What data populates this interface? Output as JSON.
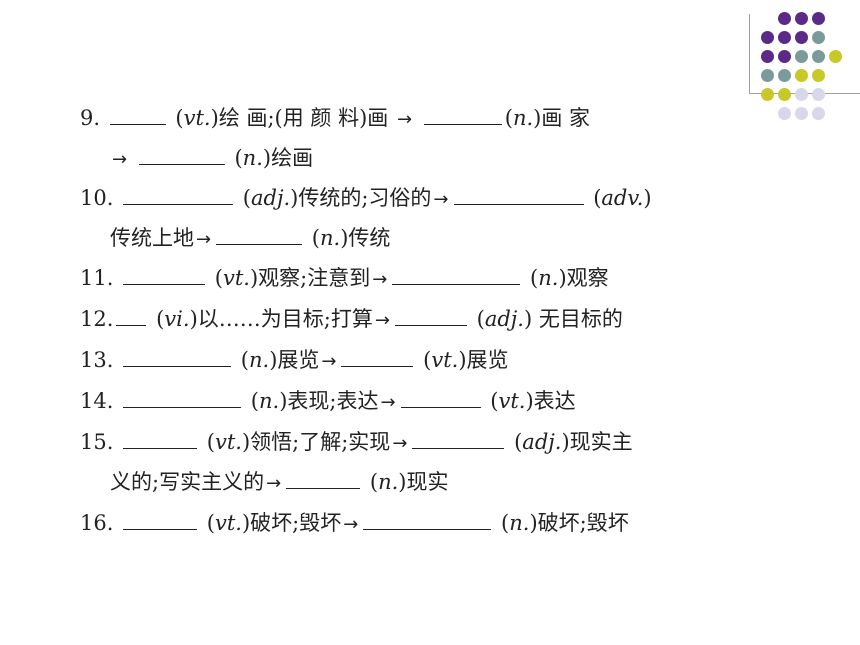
{
  "decor": {
    "dots": [
      {
        "r": 0,
        "c": 1,
        "color": "#5b2a86"
      },
      {
        "r": 0,
        "c": 2,
        "color": "#5b2a86"
      },
      {
        "r": 0,
        "c": 3,
        "color": "#5b2a86"
      },
      {
        "r": 1,
        "c": 0,
        "color": "#5b2a86"
      },
      {
        "r": 1,
        "c": 1,
        "color": "#5b2a86"
      },
      {
        "r": 1,
        "c": 2,
        "color": "#5b2a86"
      },
      {
        "r": 1,
        "c": 3,
        "color": "#7b9b9b"
      },
      {
        "r": 2,
        "c": 0,
        "color": "#5b2a86"
      },
      {
        "r": 2,
        "c": 1,
        "color": "#5b2a86"
      },
      {
        "r": 2,
        "c": 2,
        "color": "#7b9b9b"
      },
      {
        "r": 2,
        "c": 3,
        "color": "#7b9b9b"
      },
      {
        "r": 2,
        "c": 4,
        "color": "#c8c829"
      },
      {
        "r": 3,
        "c": 0,
        "color": "#7b9b9b"
      },
      {
        "r": 3,
        "c": 1,
        "color": "#7b9b9b"
      },
      {
        "r": 3,
        "c": 2,
        "color": "#c8c829"
      },
      {
        "r": 3,
        "c": 3,
        "color": "#c8c829"
      },
      {
        "r": 4,
        "c": 0,
        "color": "#c8c829"
      },
      {
        "r": 4,
        "c": 1,
        "color": "#c8c829"
      },
      {
        "r": 4,
        "c": 2,
        "color": "#d8d8ea"
      },
      {
        "r": 4,
        "c": 3,
        "color": "#d8d8ea"
      },
      {
        "r": 5,
        "c": 1,
        "color": "#d8d8ea"
      },
      {
        "r": 5,
        "c": 2,
        "color": "#d8d8ea"
      },
      {
        "r": 5,
        "c": 3,
        "color": "#d8d8ea"
      }
    ]
  },
  "items": {
    "i9": {
      "num": "9.",
      "p1": "(",
      "pos1": "vt.",
      "m1": ")绘 画;(用 颜 料)画",
      "arrow": "→",
      "p2": "(",
      "pos2": "n.",
      "m2": ")画 家",
      "cont_p": "(",
      "cont_pos": "n.",
      "cont_m": ")绘画"
    },
    "i10": {
      "num": "10.",
      "p1": "(",
      "pos1": "adj.",
      "m1": ")传统的;习俗的",
      "arrow": "→",
      "p2": "(",
      "pos2": "adv.",
      "m2": ")",
      "cont_m0": "传统上地",
      "cont_p": "(",
      "cont_pos": "n.",
      "cont_m": ")传统"
    },
    "i11": {
      "num": "11.",
      "p1": "(",
      "pos1": "vt.",
      "m1": ")观察;注意到",
      "arrow": "→",
      "p2": "(",
      "pos2": "n.",
      "m2": ")观察"
    },
    "i12": {
      "num": "12.",
      "p1": "(",
      "pos1": "vi.",
      "m1": ")以……为目标;打算",
      "arrow": "→",
      "p2": "(",
      "pos2": "adj.",
      "m2": ") 无目标的"
    },
    "i13": {
      "num": "13.",
      "p1": "(",
      "pos1": "n.",
      "m1": ")展览",
      "arrow": "→",
      "p2": "(",
      "pos2": "vt.",
      "m2": ")展览"
    },
    "i14": {
      "num": "14.",
      "p1": "(",
      "pos1": "n.",
      "m1": ")表现;表达",
      "arrow": "→",
      "p2": "(",
      "pos2": "vt.",
      "m2": ")表达"
    },
    "i15": {
      "num": "15.",
      "p1": "(",
      "pos1": "vt.",
      "m1": ")领悟;了解;实现",
      "arrow": "→",
      "p2": "(",
      "pos2": "adj.",
      "m2": ")现实主",
      "cont_m0": "义的;写实主义的",
      "cont_p": "(",
      "cont_pos": "n.",
      "cont_m": ")现实"
    },
    "i16": {
      "num": "16.",
      "p1": "(",
      "pos1": "vt.",
      "m1": ")破坏;毁坏",
      "arrow": "→",
      "p2": "(",
      "pos2": "n.",
      "m2": ")破坏;毁坏"
    }
  }
}
